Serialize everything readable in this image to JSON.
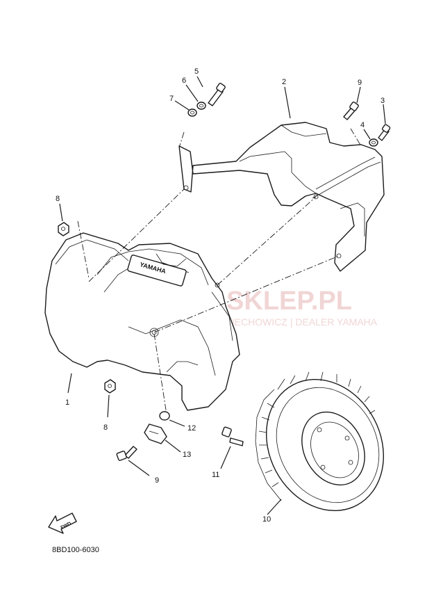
{
  "diagram_code": "8BD100-6030",
  "fwd_label": "FWD",
  "brand_logo_text": "YAMAHA",
  "watermark": {
    "title": "YAMA-SKLEP.PL",
    "subtitle": "MOTOCENTRUM WIECHOWICZ | DEALER YAMAHA"
  },
  "callouts": [
    {
      "id": "1",
      "label": "1"
    },
    {
      "id": "2",
      "label": "2"
    },
    {
      "id": "3",
      "label": "3"
    },
    {
      "id": "4",
      "label": "4"
    },
    {
      "id": "5",
      "label": "5"
    },
    {
      "id": "6",
      "label": "6"
    },
    {
      "id": "7",
      "label": "7"
    },
    {
      "id": "8a",
      "label": "8"
    },
    {
      "id": "8b",
      "label": "8"
    },
    {
      "id": "9a",
      "label": "9"
    },
    {
      "id": "9b",
      "label": "9"
    },
    {
      "id": "10",
      "label": "10"
    },
    {
      "id": "11",
      "label": "11"
    },
    {
      "id": "12",
      "label": "12"
    },
    {
      "id": "13",
      "label": "13"
    }
  ]
}
